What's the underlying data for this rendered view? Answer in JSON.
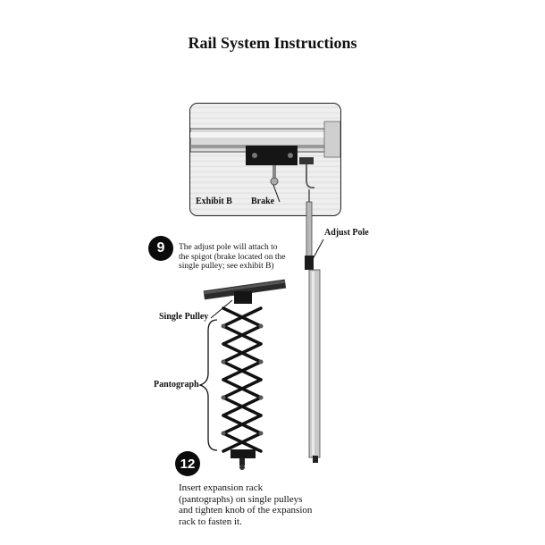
{
  "document": {
    "title": "Rail System Instructions"
  },
  "exhibit": {
    "label": "Exhibit B",
    "brake_label": "Brake"
  },
  "labels": {
    "adjust_pole": "Adjust Pole",
    "single_pulley": "Single Pulley",
    "pantograph": "Pantograph"
  },
  "steps": [
    {
      "number": "9",
      "lines": [
        "The adjust pole will attach to",
        "the spigot (brake located on the",
        "single pulley; see exhibit B)"
      ]
    },
    {
      "number": "12",
      "lines": [
        "Insert expansion rack",
        "(pantographs) on single pulleys",
        "and tighten knob of the expansion",
        "rack to fasten it."
      ]
    }
  ]
}
